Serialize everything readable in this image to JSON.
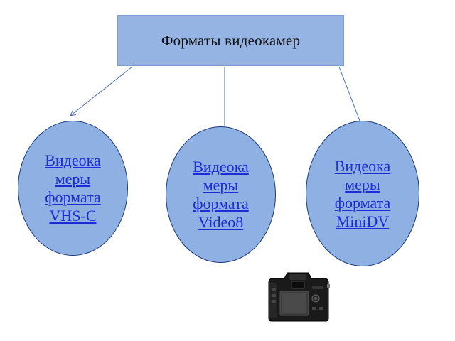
{
  "diagram": {
    "title": "Форматы видеокамер",
    "nodes": [
      {
        "label": "Видеока\nмеры\nформата\nVHS-C"
      },
      {
        "label": "Видеока\nмеры\nформата\nVideo8"
      },
      {
        "label": "Видеока\nмеры\nформата\nMiniDV"
      }
    ]
  },
  "colors": {
    "box_fill": "#95b3e3",
    "ellipse_fill": "#8fb0e3",
    "link_text": "#1e2bd6",
    "connector": "#4a6fb0"
  },
  "icons": {
    "camera": "camera-icon"
  }
}
